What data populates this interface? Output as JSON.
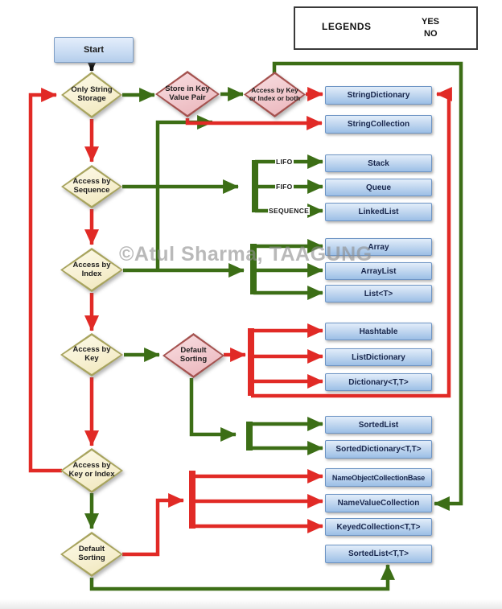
{
  "legend": {
    "title": "LEGENDS",
    "yes_label": "YES",
    "no_label": "NO"
  },
  "watermark": "©Atul Sharma, TAAGUNG",
  "start": {
    "label": "Start"
  },
  "decisions": [
    {
      "id": "only-string-storage",
      "label": "Only String Storage",
      "style": "yellow"
    },
    {
      "id": "store-in-key-value-pair",
      "label": "Store in Key Value Pair",
      "style": "pink"
    },
    {
      "id": "access-by-key-or-index-or-both",
      "label": "Access by Key or Index or both",
      "style": "pink"
    },
    {
      "id": "access-by-sequence",
      "label": "Access by Sequence",
      "style": "yellow"
    },
    {
      "id": "access-by-index",
      "label": "Access by Index",
      "style": "yellow"
    },
    {
      "id": "access-by-key",
      "label": "Access by Key",
      "style": "yellow"
    },
    {
      "id": "default-sorting-key",
      "label": "Default Sorting",
      "style": "pink"
    },
    {
      "id": "access-by-key-or-index",
      "label": "Access by Key or Index",
      "style": "yellow"
    },
    {
      "id": "default-sorting-bottom",
      "label": "Default Sorting",
      "style": "yellow"
    }
  ],
  "results": [
    "StringDictionary",
    "StringCollection",
    "Stack",
    "Queue",
    "LinkedList",
    "Array",
    "ArrayList",
    "List<T>",
    "Hashtable",
    "ListDictionary",
    "Dictionary<T,T>",
    "SortedList",
    "SortedDictionary<T,T>",
    "NameObjectCollectionBase",
    "NameValueCollection",
    "KeyedCollection<T,T>",
    "SortedList<T,T>"
  ],
  "edge_labels": {
    "lifo": "LIFO",
    "fifo": "FIFO",
    "sequence": "SEQUENCE"
  },
  "colors": {
    "yes_green": "#3c6e16",
    "no_red": "#e12a26",
    "black": "#111111",
    "result_box_fill_top": "#e2edfa",
    "result_box_fill_bottom": "#9cbfe6",
    "result_box_border": "#6d94c4",
    "yellow_diamond_fill": "#f6efcf",
    "yellow_diamond_border": "#a8a45e",
    "pink_diamond_fill": "#f0c5ca",
    "pink_diamond_border": "#a5524f"
  }
}
